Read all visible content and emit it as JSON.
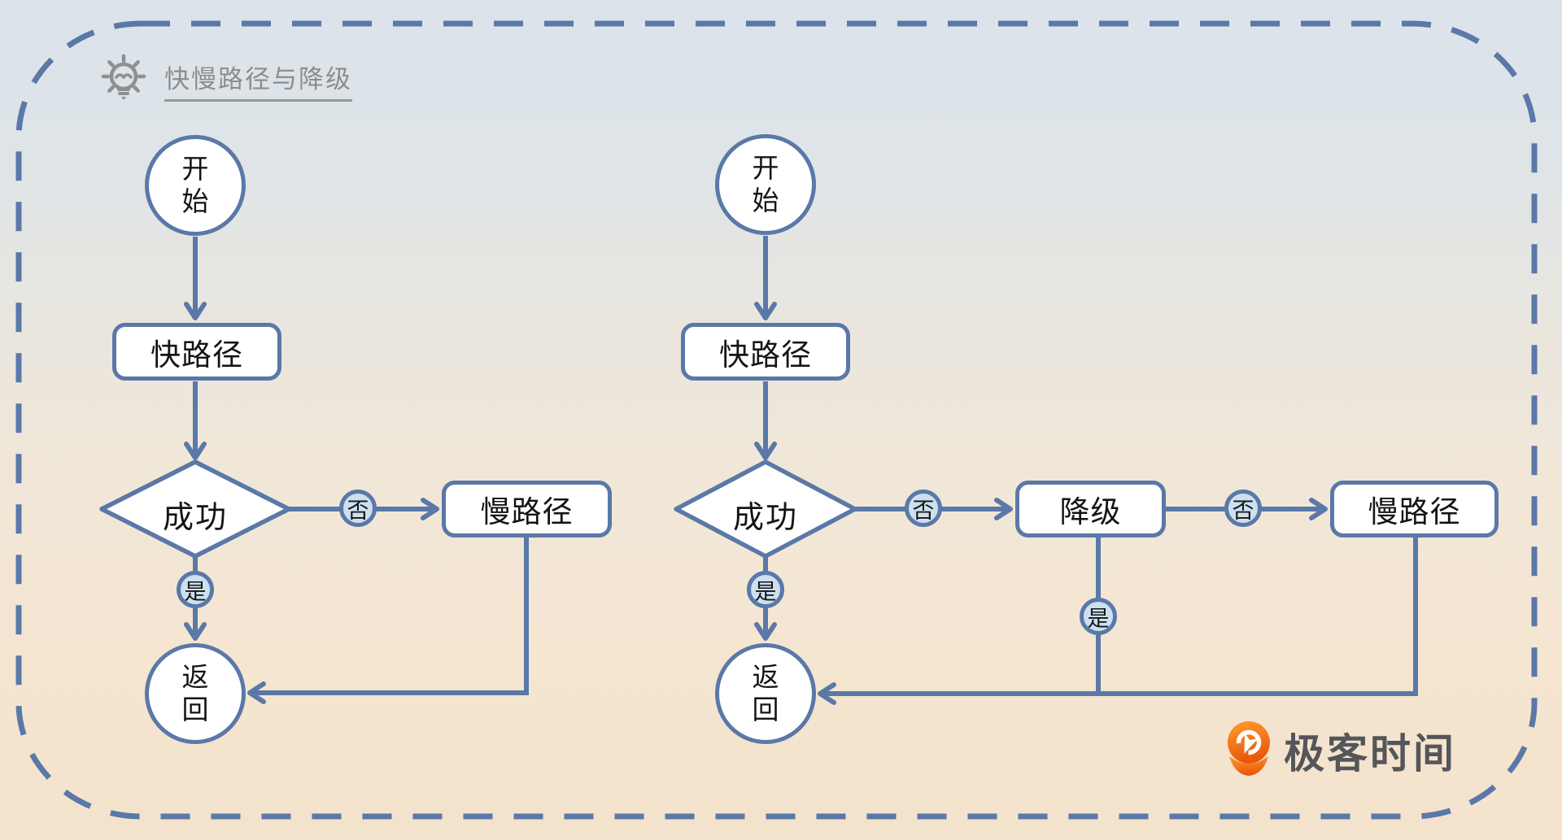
{
  "header": {
    "icon": "lightbulb-icon",
    "title": "快慢路径与降级",
    "title_color": "#8d8d8d"
  },
  "flowcharts": {
    "left": {
      "start": "开始",
      "fast_path": "快路径",
      "decision": "成功",
      "label_no": "否",
      "label_yes": "是",
      "slow_path": "慢路径",
      "end": "返回"
    },
    "right": {
      "start": "开始",
      "fast_path": "快路径",
      "decision": "成功",
      "label_no_1": "否",
      "degrade": "降级",
      "label_no_2": "否",
      "slow_path": "慢路径",
      "label_yes_1": "是",
      "label_yes_2": "是",
      "end": "返回"
    }
  },
  "brand": {
    "logo": "geektime-logo-icon",
    "name": "极客时间",
    "accent_color": "#ee6a12",
    "text_color": "#55565a"
  },
  "colors": {
    "line": "#5a78a8",
    "node_fill": "#ffffff",
    "badge_fill": "#cde0ef",
    "node_text": "#141414",
    "background_top": "#dbe3ea",
    "background_bottom": "#f3e2cc"
  }
}
